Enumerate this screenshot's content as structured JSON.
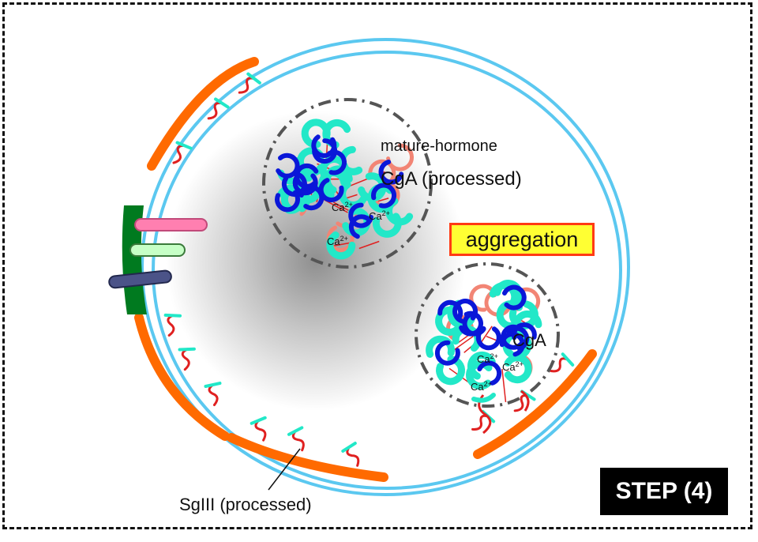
{
  "labels": {
    "mature_hormone": "mature-hormone",
    "cga_processed": "CgA (processed)",
    "aggregation": "aggregation",
    "cga": "CgA",
    "sgiii_processed": "SgIII (processed)",
    "ca_text": "Ca",
    "ca_charge": "2+",
    "step": "STEP (4)"
  },
  "colors": {
    "membrane": "#5bc8f0",
    "membrane_band": "#ff6a00",
    "channel": "#007a1f",
    "tube_pink": "#ff7fb0",
    "tube_green": "#c6ffc6",
    "tube_navy": "#4b5388",
    "hook_red": "#e02020",
    "hook_cyan": "#22e8c8",
    "coil_blue": "#0a17d8",
    "coil_salmon": "#f28575",
    "highlight_fill": "#ffff33",
    "highlight_border": "#ff3b14"
  }
}
